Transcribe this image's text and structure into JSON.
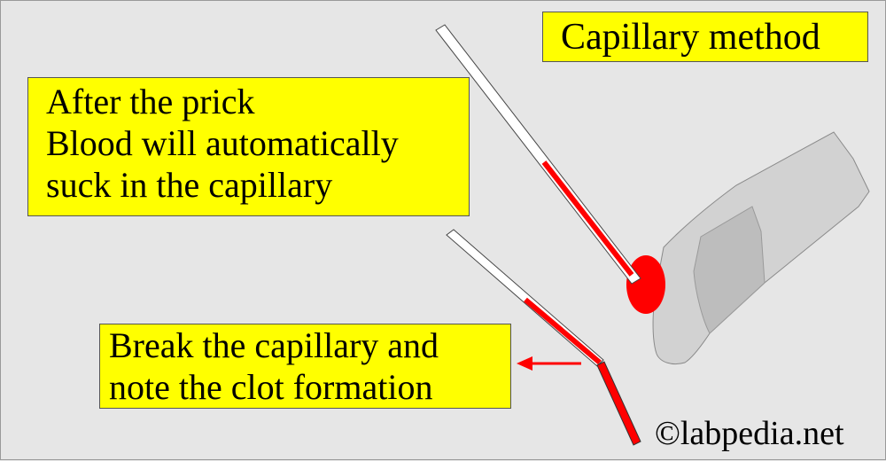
{
  "title": "Capillary method",
  "top_note": {
    "lines": [
      "After the prick",
      "Blood will automatically",
      "suck in the capillary"
    ]
  },
  "bottom_note": {
    "lines": [
      "Break the capillary and",
      "note  the clot formation"
    ]
  },
  "copyright": "©labpedia.net",
  "colors": {
    "background": "#e6e6e6",
    "label_fill": "#ffff00",
    "blood": "#ff0000",
    "finger": "#cccccc"
  }
}
